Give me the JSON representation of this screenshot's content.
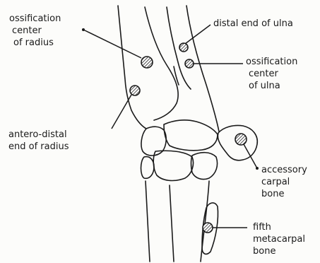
{
  "labels": {
    "ossification_center_radius": [
      "ossification",
      "center",
      "of radius"
    ],
    "distal_end_ulna": [
      "distal end of ulna"
    ],
    "ossification_center_ulna": [
      "ossification",
      "center",
      "of ulna"
    ],
    "antero_distal_radius": [
      "antero-distal",
      "end of radius"
    ],
    "accessory_carpal": [
      "accessory",
      "carpal",
      "bone"
    ],
    "fifth_metacarpal": [
      "fifth",
      "metacarpal",
      "bone"
    ]
  }
}
